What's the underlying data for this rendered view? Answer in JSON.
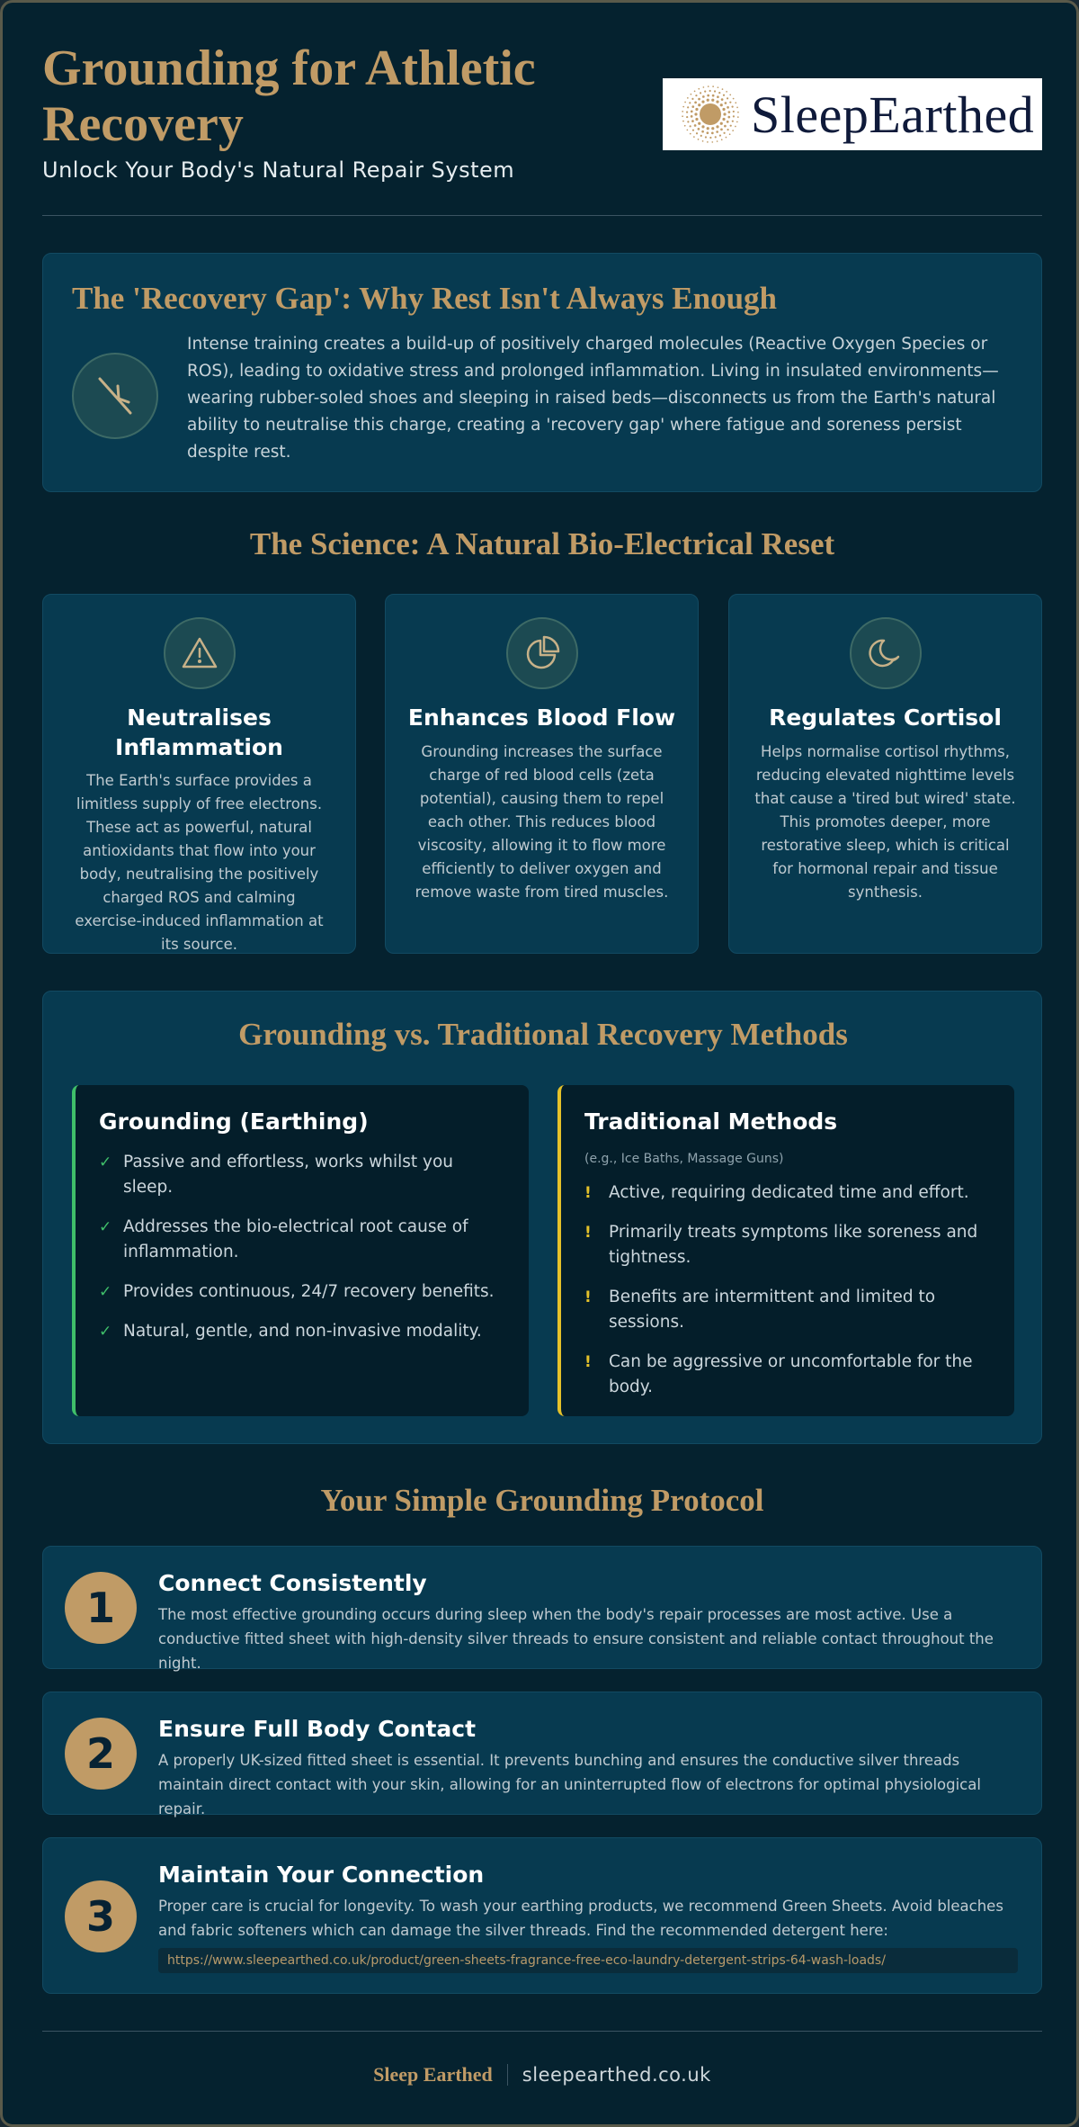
{
  "header": {
    "title": "Grounding for Athletic Recovery",
    "subtitle": "Unlock Your Body's Natural Repair System",
    "logo_text": "SleepEarthed"
  },
  "recovery_gap": {
    "title": "The 'Recovery Gap': Why Rest Isn't Always Enough",
    "icon": "lightning-strike-icon",
    "body": "Intense training creates a build-up of positively charged molecules (Reactive Oxygen Species or ROS), leading to oxidative stress and prolonged inflammation. Living in insulated environments—wearing rubber-soled shoes and sleeping in raised beds—disconnects us from the Earth's natural ability to neutralise this charge, creating a 'recovery gap' where fatigue and soreness persist despite rest."
  },
  "science": {
    "title": "The Science: A Natural Bio-Electrical Reset",
    "cards": [
      {
        "icon": "warning-triangle-icon",
        "heading": "Neutralises Inflammation",
        "body": "The Earth's surface provides a limitless supply of free electrons. These act as powerful, natural antioxidants that flow into your body, neutralising the positively charged ROS and calming exercise-induced inflammation at its source."
      },
      {
        "icon": "pie-chart-icon",
        "heading": "Enhances Blood Flow",
        "body": "Grounding increases the surface charge of red blood cells (zeta potential), causing them to repel each other. This reduces blood viscosity, allowing it to flow more efficiently to deliver oxygen and remove waste from tired muscles."
      },
      {
        "icon": "moon-icon",
        "heading": "Regulates Cortisol",
        "body": "Helps normalise cortisol rhythms, reducing elevated nighttime levels that cause a 'tired but wired' state. This promotes deeper, more restorative sleep, which is critical for hormonal repair and tissue synthesis."
      }
    ]
  },
  "comparison": {
    "title": "Grounding vs. Traditional Recovery Methods",
    "grounding": {
      "heading": "Grounding (Earthing)",
      "accent": "#3fbf6a",
      "mark": "✓",
      "items": [
        "Passive and effortless, works whilst you sleep.",
        "Addresses the bio-electrical root cause of inflammation.",
        "Provides continuous, 24/7 recovery benefits.",
        "Natural, gentle, and non-invasive modality."
      ]
    },
    "traditional": {
      "heading": "Traditional Methods",
      "note": "(e.g., Ice Baths, Massage Guns)",
      "accent": "#e5c22a",
      "mark": "!",
      "items": [
        "Active, requiring dedicated time and effort.",
        "Primarily treats symptoms like soreness and tightness.",
        "Benefits are intermittent and limited to sessions.",
        "Can be aggressive or uncomfortable for the body."
      ]
    }
  },
  "protocol": {
    "title": "Your Simple Grounding Protocol",
    "steps": [
      {
        "number": "1",
        "heading": "Connect Consistently",
        "body": "The most effective grounding occurs during sleep when the body's repair processes are most active. Use a conductive fitted sheet with high-density silver threads to ensure consistent and reliable contact throughout the night."
      },
      {
        "number": "2",
        "heading": "Ensure Full Body Contact",
        "body": "A properly UK-sized fitted sheet is essential. It prevents bunching and ensures the conductive silver threads maintain direct contact with your skin, allowing for an uninterrupted flow of electrons for optimal physiological repair."
      },
      {
        "number": "3",
        "heading": "Maintain Your Connection",
        "body": "Proper care is crucial for longevity. To wash your earthing products, we recommend Green Sheets. Avoid bleaches and fabric softeners which can damage the silver threads. Find the recommended detergent here:",
        "link": "https://www.sleepearthed.co.uk/product/green-sheets-fragrance-free-eco-laundry-detergent-strips-64-wash-loads/"
      }
    ]
  },
  "footer": {
    "brand": "Sleep Earthed",
    "url": "sleepearthed.co.uk"
  },
  "colors": {
    "background": "#05222f",
    "card": "#073a50",
    "gold": "#c09b66",
    "check_green": "#3fbf6a",
    "warn_yellow": "#e5c22a"
  }
}
